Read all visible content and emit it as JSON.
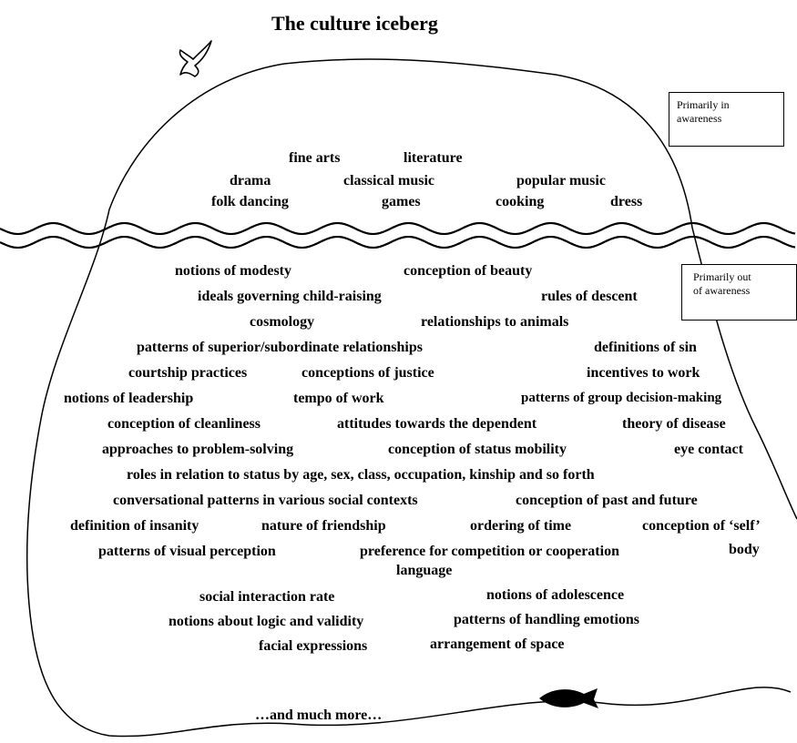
{
  "title": "The culture iceberg",
  "legend": {
    "in_awareness": [
      "Primarily in",
      "awareness"
    ],
    "out_of_awareness": [
      "Primarily out",
      "of awareness"
    ]
  },
  "above_water": [
    "fine arts",
    "literature",
    "drama",
    "classical music",
    "popular music",
    "folk dancing",
    "games",
    "cooking",
    "dress"
  ],
  "below_water": [
    "notions of modesty",
    "conception of beauty",
    "ideals governing child-raising",
    "rules of descent",
    "cosmology",
    "relationships to animals",
    "patterns of superior/subordinate relationships",
    "definitions of sin",
    "courtship practices",
    "conceptions of justice",
    "incentives to work",
    "notions of leadership",
    "tempo of work",
    "patterns of group decision-making",
    "conception of cleanliness",
    "attitudes towards the dependent",
    "theory of disease",
    "approaches to problem-solving",
    "conception of status mobility",
    "eye contact",
    "roles in relation to status by age, sex, class, occupation, kinship and so forth",
    "conversational patterns in various social contexts",
    "conception of past and future",
    "definition of insanity",
    "nature of friendship",
    "ordering of time",
    "conception of ‘self’",
    "patterns of visual perception",
    "preference for competition or cooperation",
    "body",
    "language",
    "social interaction rate",
    "notions of adolescence",
    "notions about logic and validity",
    "patterns of handling emotions",
    "facial expressions",
    "arrangement of space"
  ],
  "footer": "…and much more…",
  "icons": {
    "bird": "bird-icon",
    "fish": "fish-icon"
  }
}
